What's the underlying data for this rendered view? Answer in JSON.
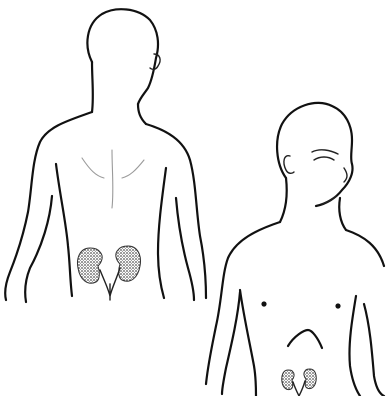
{
  "figures": [
    {
      "id": "back-view",
      "view": "posterior",
      "highlight": "kidneys"
    },
    {
      "id": "front-view",
      "view": "anterior",
      "highlight": "kidneys"
    }
  ],
  "colors": {
    "outline": "#111111",
    "background": "#ffffff",
    "organ_shade": "#6e6e6e"
  }
}
